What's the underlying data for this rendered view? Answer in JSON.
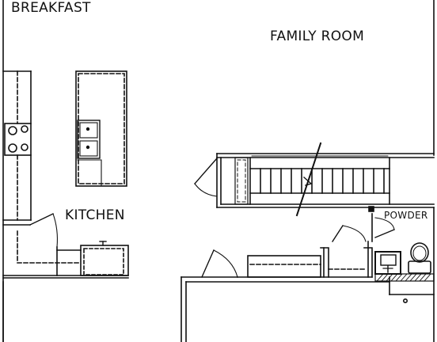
{
  "floor_plan": {
    "rooms": {
      "breakfast": "BREAKFAST",
      "family_room": "FAMILY ROOM",
      "kitchen": "KITCHEN",
      "powder": "POWDER"
    },
    "colors": {
      "line": "#111111",
      "background": "#ffffff"
    }
  }
}
